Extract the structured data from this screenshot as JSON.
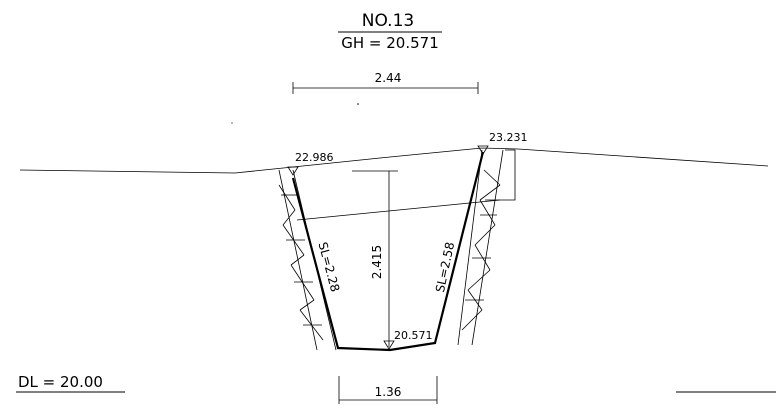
{
  "header": {
    "section_no": "NO.13",
    "ground_height": "GH = 20.571"
  },
  "datum": {
    "label": "DL = 20.00"
  },
  "dimensions": {
    "top_width": "2.44",
    "bottom_width": "1.36",
    "depth": "2.415"
  },
  "elevations": {
    "left_top": "22.986",
    "right_top": "23.231",
    "bottom": "20.571"
  },
  "slopes": {
    "left": "SL=2.28",
    "right": "SL=2.58"
  }
}
